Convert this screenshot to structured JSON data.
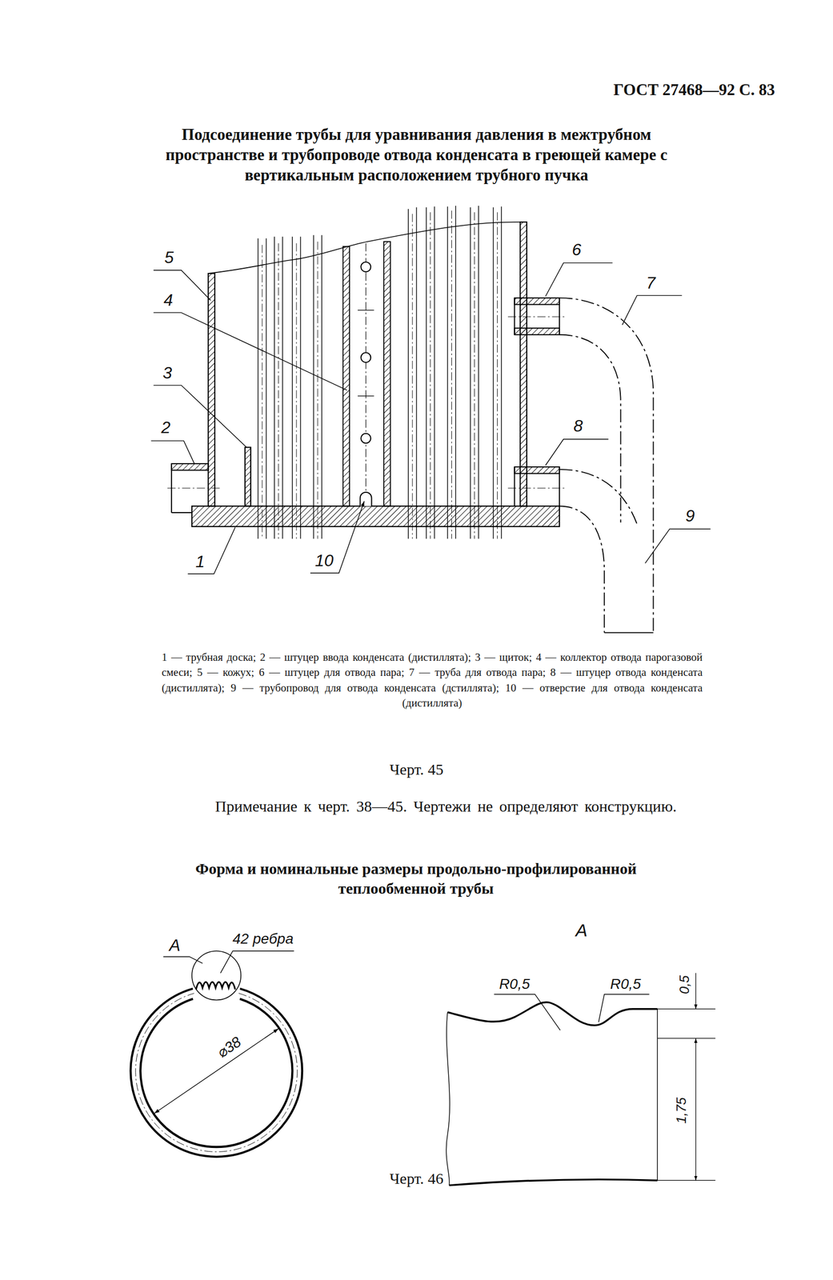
{
  "diagram": {
    "title": "Подсоединение трубы для уравнивания давления в межтрубном пространстве и трубопроводе отвода конденсата в греющей камере с вертикальным расположением трубного пучка",
    "labels": [
      "ГОСТ 27468—92 С. 83",
      "5",
      "6",
      "7",
      "4",
      "3",
      "2",
      "8",
      "9",
      "1",
      "10",
      "1 — трубная доска; 2 — штуцер ввода конденсата (дистиллята); 3 — щиток; 4 — коллектор отвода парогазовой смеси; 5 — кожух; 6 — штуцер для отвода пара; 7 — труба для отвода пара; 8 — штуцер отвода конденсата (дистиллята); 9 — трубопровод для отвода конденсата (дстиллята); 10 — отверстие для отвода конденсата (дистиллята)",
      "Черт. 45",
      "Примечание к черт. 38—45. Чертежи не определяют конструкцию.",
      "Форма и номинальные размеры продольно-профилированной теплообменной трубы",
      "А",
      "42 ребра",
      "А",
      "R0,5",
      "R0,5",
      "0,5",
      "⌀38",
      "1,75",
      "Черт. 46"
    ]
  }
}
